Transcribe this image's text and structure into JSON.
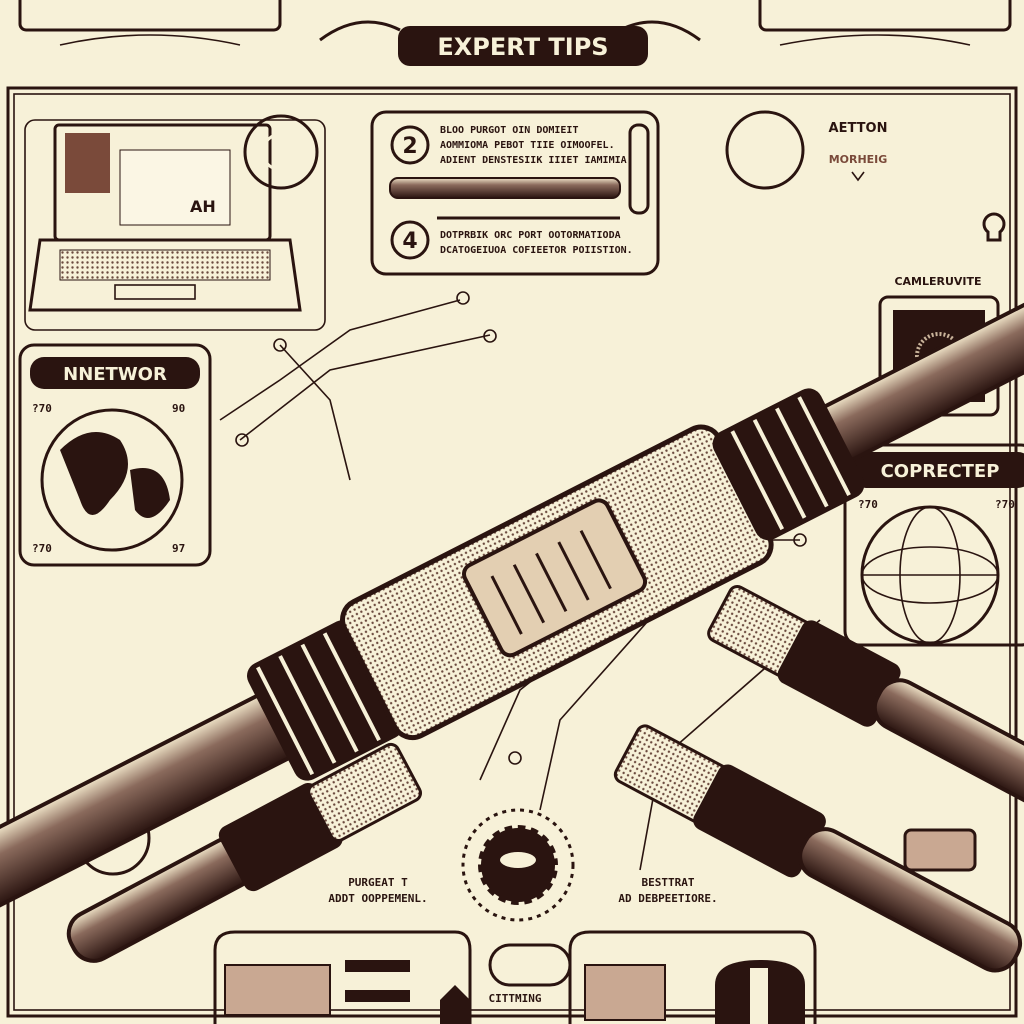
{
  "colors": {
    "background": "#f7f1d8",
    "ink": "#2a1410",
    "accent": "#7a4a3a"
  },
  "header": {
    "title": "EXPERT TIPS"
  },
  "tips": {
    "step_2": {
      "number": "2",
      "lines": [
        "BLOO PURGOT  OIN DOMIEIT",
        "AOMMIOMA PEBOT TIIE OIMOOFEL.",
        "ADIENT DENSTESIIK IIIET IAMIMIA"
      ]
    },
    "step_4": {
      "number": "4",
      "lines": [
        "DOTPRBIK ORC PORT OOTORMATIODA",
        "DCATOGEIUOA COFIEETOR POIISTION."
      ]
    }
  },
  "laptop": {
    "screen_text": "AH"
  },
  "left_panel": {
    "title": "NNETWOR",
    "corner_tl": "?70",
    "corner_tr": "90",
    "corner_bl": "?70",
    "corner_br": "97"
  },
  "top_right": {
    "title": "AETTON",
    "subtitle": "MORHEIG"
  },
  "camera_label": "CAMLERUVITE",
  "right_panel": {
    "title": "COPRECTEP",
    "corner_tl": "?70",
    "corner_tr": "?70"
  },
  "bottom_left_caption": [
    "PURGEAT T",
    "ADDT OOPPEMENL."
  ],
  "bottom_right_caption": [
    "BESTTRAT",
    "AD DEBPEETIORE."
  ],
  "bottom_center_label": "CITTMING"
}
